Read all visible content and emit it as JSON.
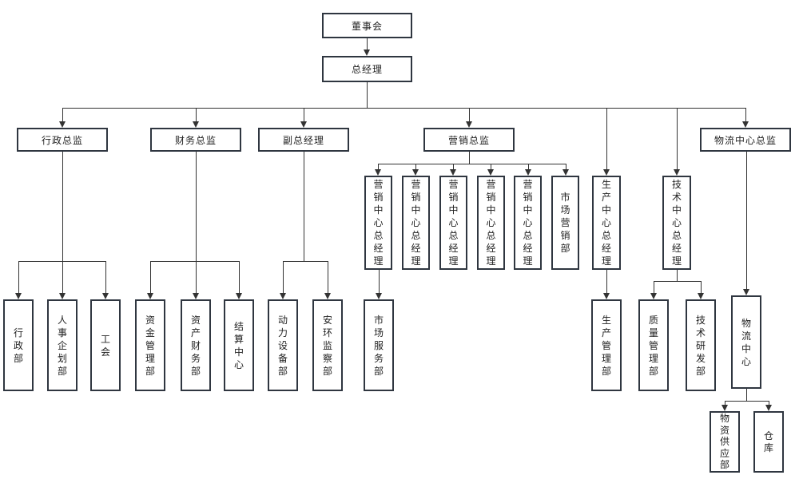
{
  "diagram": {
    "type": "org-chart",
    "colors": {
      "background": "#ffffff",
      "node_fill": "#ffffff",
      "node_border": "#2f3640",
      "connector": "#333333",
      "text": "#222222"
    },
    "nodes": {
      "board": "董事会",
      "general_manager": "总经理",
      "admin_director": "行政总监",
      "finance_director": "财务总监",
      "deputy_gm": "副总经理",
      "marketing_director": "营销总监",
      "logistics_director": "物流中心总监",
      "marketing_center_gm": "营销中心总经理",
      "market_marketing_dept": "市场营销部",
      "production_center_gm": "生产中心总经理",
      "tech_center_gm": "技术中心总经理",
      "admin_dept": "行政部",
      "hr_planning_dept": "人事企划部",
      "labor_union": "工会",
      "capital_mgmt_dept": "资金管理部",
      "asset_finance_dept": "资产财务部",
      "settlement_center": "结算中心",
      "power_equipment_dept": "动力设备部",
      "safety_env_dept": "安环监察部",
      "market_service_dept": "市场服务部",
      "production_mgmt_dept": "生产管理部",
      "quality_mgmt_dept": "质量管理部",
      "tech_rd_dept": "技术研发部",
      "logistics_center": "物流中心",
      "material_supply_dept": "物资供应部",
      "warehouse": "仓库"
    }
  }
}
